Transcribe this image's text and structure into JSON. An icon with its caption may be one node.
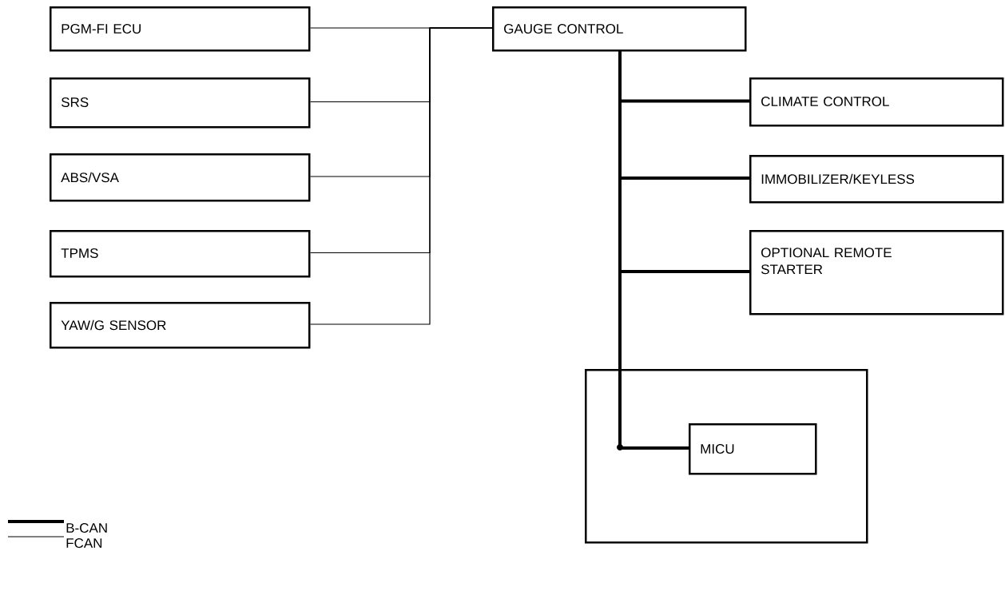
{
  "diagram": {
    "nodes": [
      {
        "text": [
          "PGM-FI ECU"
        ]
      },
      {
        "text": [
          "SRS"
        ]
      },
      {
        "text": [
          "ABS/VSA"
        ]
      },
      {
        "text": [
          "TPMS"
        ]
      },
      {
        "text": [
          "YAW/G SENSOR"
        ]
      },
      {
        "text": [
          "GAUGE CONTROL"
        ]
      },
      {
        "text": [
          "CLIMATE CONTROL"
        ]
      },
      {
        "text": [
          "IMMOBILIZER/KEYLESS"
        ]
      },
      {
        "text": [
          "OPTIONAL REMOTE STARTER"
        ]
      },
      {
        "text": [],
        "shape": "box"
      },
      {
        "text": [
          "MICU"
        ],
        "in": 9
      }
    ],
    "edges": [
      {
        "from": 0,
        "to": 5,
        "arrow": "none"
      },
      {
        "from": 1,
        "to": 5,
        "arrow": "none"
      },
      {
        "from": 2,
        "to": 5,
        "arrow": "none"
      },
      {
        "from": 3,
        "to": 5,
        "arrow": "none"
      },
      {
        "from": 4,
        "to": 5,
        "arrow": "none"
      },
      {
        "from": 5,
        "to": 6,
        "arrow": "none",
        "style": "thick"
      },
      {
        "from": 5,
        "to": 7,
        "arrow": "none",
        "style": "thick"
      },
      {
        "from": 5,
        "to": 8,
        "arrow": "none",
        "style": "thick"
      },
      {
        "from": 5,
        "to": 10,
        "arrow": "none",
        "style": "thick"
      }
    ],
    "legend": [
      {
        "text": "B-CAN"
      },
      {
        "text": "FCAN"
      }
    ]
  }
}
